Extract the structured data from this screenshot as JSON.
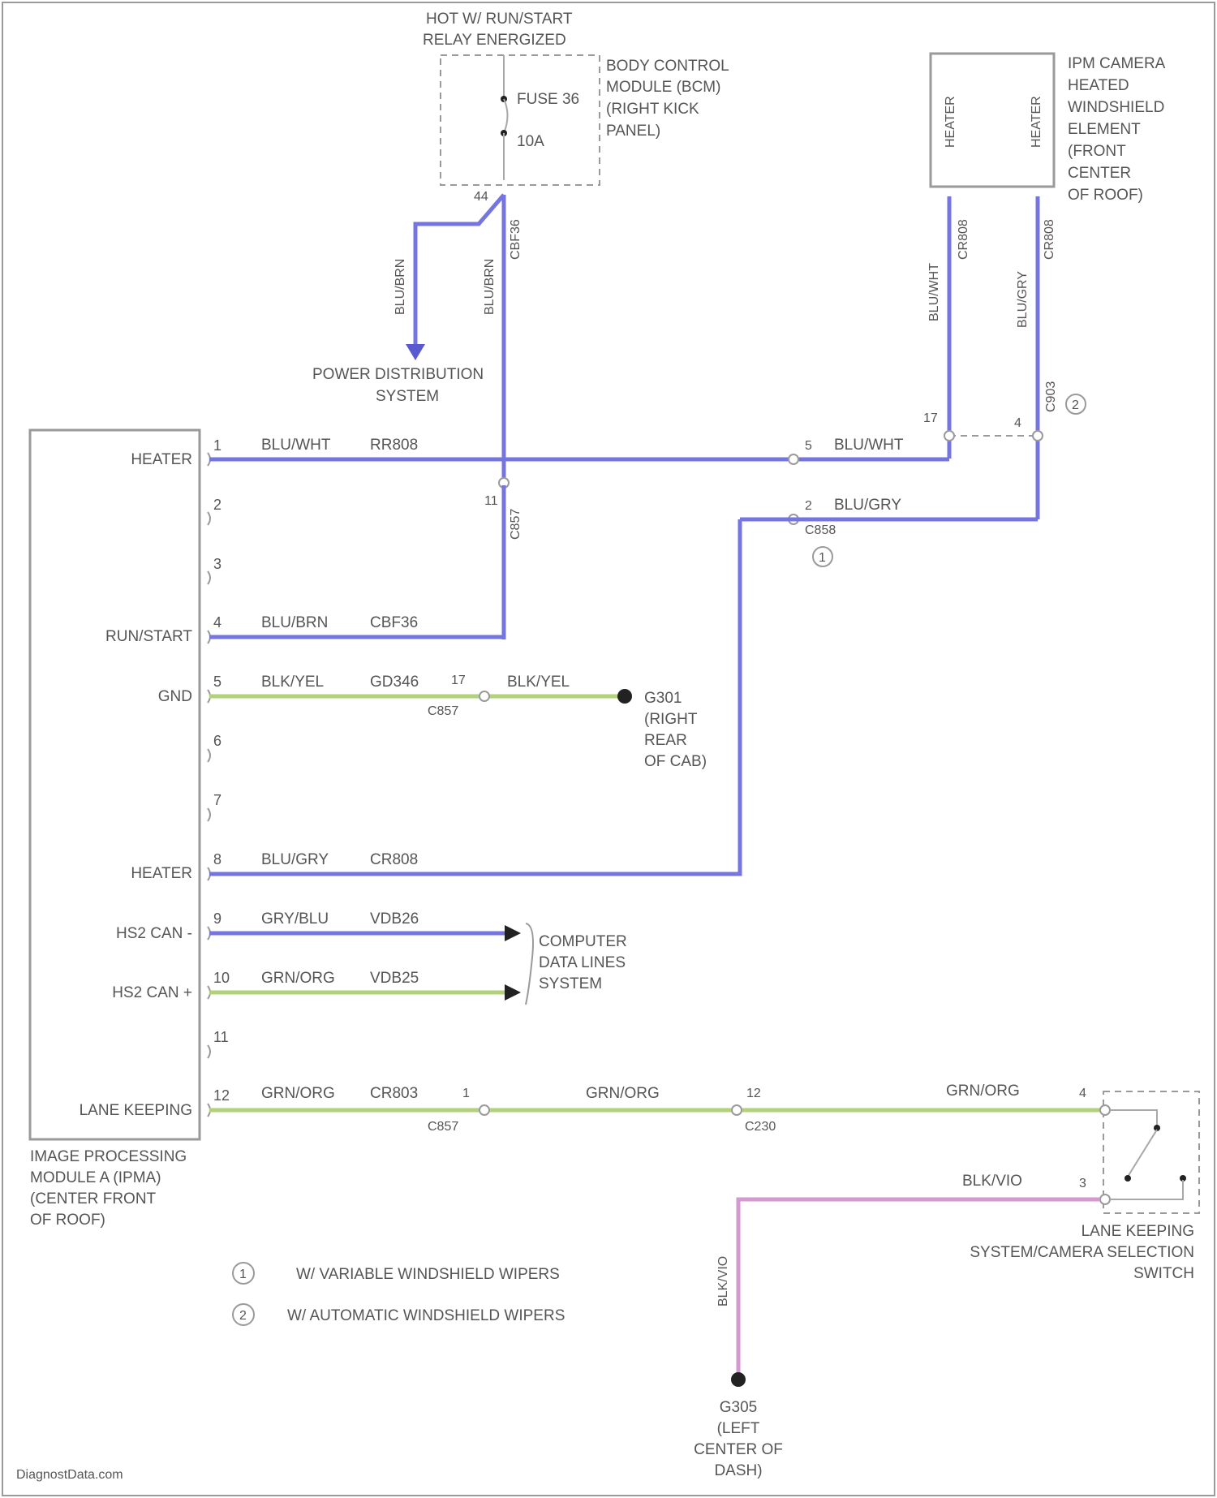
{
  "top_relay": {
    "title_line1": "HOT W/ RUN/START",
    "title_line2": "RELAY ENERGIZED",
    "fuse_label": "FUSE 36",
    "fuse_rating": "10A",
    "pin": "44"
  },
  "bcm": {
    "line1": "BODY CONTROL",
    "line2": "MODULE (BCM)",
    "line3": "(RIGHT KICK",
    "line4": "PANEL)"
  },
  "power_dist": {
    "line1": "POWER DISTRIBUTION",
    "line2": "SYSTEM",
    "wire_a": "BLU/BRN",
    "wire_b": "BLU/BRN",
    "circuit": "CBF36"
  },
  "camera_element": {
    "line1": "IPM CAMERA",
    "line2": "HEATED",
    "line3": "WINDSHIELD",
    "line4": "ELEMENT",
    "line5": "(FRONT",
    "line6": "CENTER",
    "line7": "OF ROOF)",
    "heater_left": "HEATER",
    "heater_right": "HEATER",
    "circuit_left": "CR808",
    "circuit_right": "CR808",
    "wire_left": "BLU/WHT",
    "wire_right": "BLU/GRY",
    "pin_left": "17",
    "pin_right": "4",
    "conn": "C903"
  },
  "ipm": {
    "line1": "IMAGE PROCESSING",
    "line2": "MODULE A (IPMA)",
    "line3": "(CENTER FRONT",
    "line4": "OF ROOF)",
    "pins": [
      {
        "num": "1",
        "name": "HEATER",
        "wire": "BLU/WHT",
        "circuit": "RR808"
      },
      {
        "num": "2",
        "name": "",
        "wire": "",
        "circuit": ""
      },
      {
        "num": "3",
        "name": "",
        "wire": "",
        "circuit": ""
      },
      {
        "num": "4",
        "name": "RUN/START",
        "wire": "BLU/BRN",
        "circuit": "CBF36"
      },
      {
        "num": "5",
        "name": "GND",
        "wire": "BLK/YEL",
        "circuit": "GD346"
      },
      {
        "num": "6",
        "name": "",
        "wire": "",
        "circuit": ""
      },
      {
        "num": "7",
        "name": "",
        "wire": "",
        "circuit": ""
      },
      {
        "num": "8",
        "name": "HEATER",
        "wire": "BLU/GRY",
        "circuit": "CR808"
      },
      {
        "num": "9",
        "name": "HS2 CAN -",
        "wire": "GRY/BLU",
        "circuit": "VDB26"
      },
      {
        "num": "10",
        "name": "HS2 CAN +",
        "wire": "GRN/ORG",
        "circuit": "VDB25"
      },
      {
        "num": "11",
        "name": "",
        "wire": "",
        "circuit": ""
      },
      {
        "num": "12",
        "name": "LANE KEEPING",
        "wire": "GRN/ORG",
        "circuit": "CR803"
      }
    ]
  },
  "heater_right_conn": {
    "pin_upper": "5",
    "wire_upper": "BLU/WHT",
    "pin_lower": "2",
    "wire_lower": "BLU/GRY",
    "conn": "C858"
  },
  "pin4_conn": {
    "pin": "11",
    "conn": "C857"
  },
  "ground_g301": {
    "pin": "17",
    "conn": "C857",
    "wire": "BLK/YEL",
    "line1": "G301",
    "line2": "(RIGHT",
    "line3": "REAR",
    "line4": "OF CAB)"
  },
  "data_lines": {
    "line1": "COMPUTER",
    "line2": "DATA LINES",
    "line3": "SYSTEM"
  },
  "lane_circuit": {
    "conn1_pin": "1",
    "conn1": "C857",
    "mid_wire": "GRN/ORG",
    "conn2_pin": "12",
    "conn2": "C230",
    "right_wire": "GRN/ORG",
    "switch_pin_top": "4",
    "switch_pin_bottom": "3",
    "ground_wire": "BLK/VIO",
    "vertical_wire": "BLK/VIO"
  },
  "lane_switch": {
    "line1": "LANE KEEPING",
    "line2": "SYSTEM/CAMERA SELECTION",
    "line3": "SWITCH"
  },
  "ground_g305": {
    "line1": "G305",
    "line2": "(LEFT",
    "line3": "CENTER OF",
    "line4": "DASH)"
  },
  "legend": [
    {
      "symbol": "1",
      "text": "W/ VARIABLE WINDSHIELD WIPERS"
    },
    {
      "symbol": "2",
      "text": "W/ AUTOMATIC WINDSHIELD WIPERS"
    }
  ],
  "footer": "DiagnostData.com"
}
